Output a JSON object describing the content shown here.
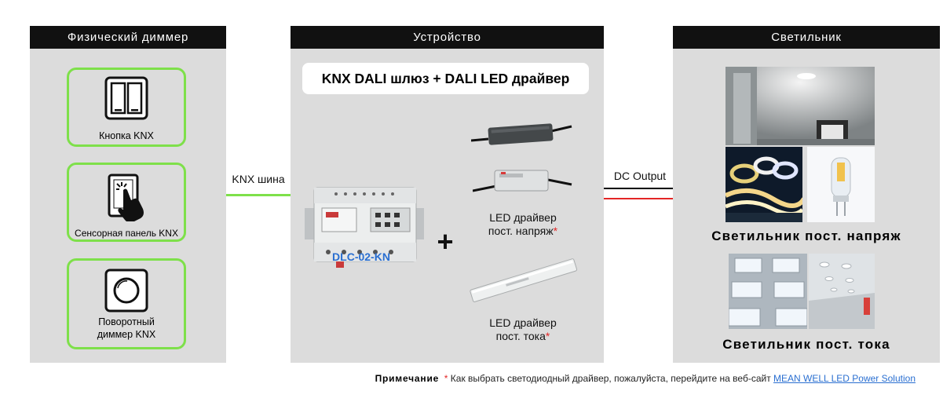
{
  "panels": {
    "left_title": "Физический диммер",
    "mid_title": "Устройство",
    "right_title": "Светильник"
  },
  "controls": [
    {
      "label": "Кнопка KNX",
      "icon": "double-rocker-switch-icon"
    },
    {
      "label": "Сенсорная панель KNX",
      "icon": "touch-panel-icon"
    },
    {
      "label_line1": "Поворотный",
      "label_line2": "диммер KNX",
      "icon": "rotary-dimmer-icon"
    }
  ],
  "wires": {
    "knx_bus": "KNX шина",
    "dc_output": "DC Output",
    "knx_color": "#7ee04a",
    "dc_pos_color": "#000000",
    "dc_neg_color": "#e32626"
  },
  "device": {
    "title": "KNX DALI шлюз + DALI LED драйвер",
    "gateway_model": "DLC-02-KN",
    "gateway_color": "#2a6fd1",
    "plus": "+",
    "cv_driver_line1": "LED драйвер",
    "cv_driver_line2": "пост. напряж",
    "cc_driver_line1": "LED драйвер",
    "cc_driver_line2": "пост. тока",
    "asterisk": "*"
  },
  "luminaires": {
    "cv_caption": "Светильник пост. напряж",
    "cc_caption": "Светильник пост. тока"
  },
  "note": {
    "label": "Примечание",
    "asterisk": "*",
    "text": "Как выбрать светодиодный драйвер, пожалуйста, перейдите на веб-сайт",
    "link": "MEAN WELL LED Power Solution"
  }
}
